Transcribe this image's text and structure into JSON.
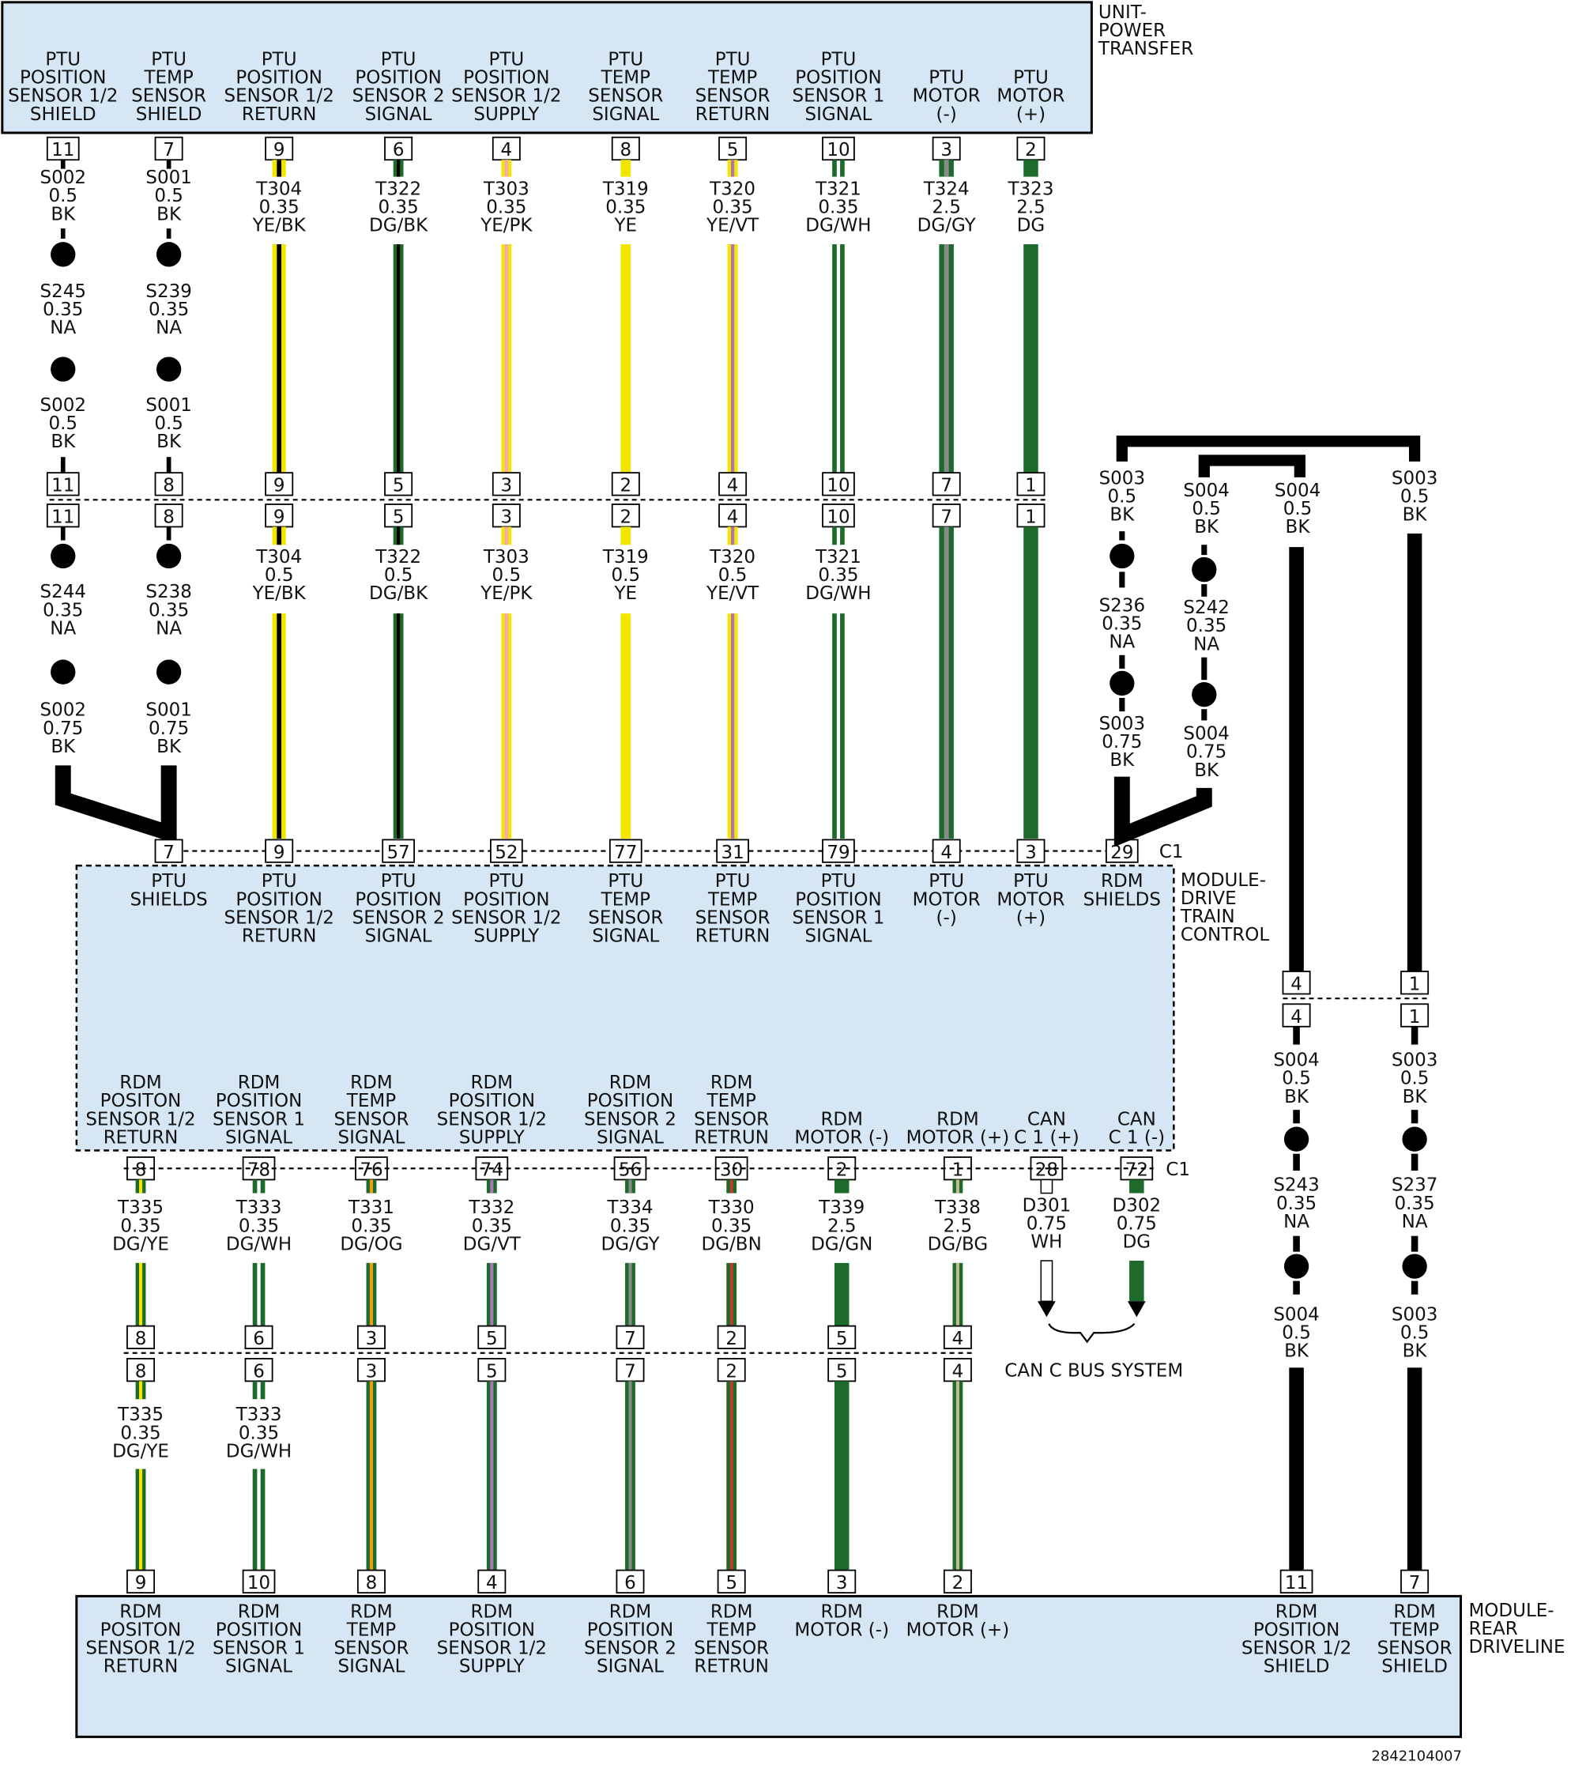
{
  "modules": {
    "ptu": {
      "name": [
        "UNIT-",
        "POWER",
        "TRANSFER"
      ],
      "pins": [
        {
          "key": "sh12",
          "label": [
            "PTU",
            "POSITION",
            "SENSOR 1/2",
            "SHIELD"
          ],
          "pin": "11"
        },
        {
          "key": "tsh",
          "label": [
            "PTU",
            "TEMP",
            "SENSOR",
            "SHIELD"
          ],
          "pin": "7"
        },
        {
          "key": "ret12",
          "label": [
            "PTU",
            "POSITION",
            "SENSOR 1/2",
            "RETURN"
          ],
          "pin": "9"
        },
        {
          "key": "sig2",
          "label": [
            "PTU",
            "POSITION",
            "SENSOR 2",
            "SIGNAL"
          ],
          "pin": "6"
        },
        {
          "key": "sup12",
          "label": [
            "PTU",
            "POSITION",
            "SENSOR 1/2",
            "SUPPLY"
          ],
          "pin": "4"
        },
        {
          "key": "tsig",
          "label": [
            "PTU",
            "TEMP",
            "SENSOR",
            "SIGNAL"
          ],
          "pin": "8"
        },
        {
          "key": "tret",
          "label": [
            "PTU",
            "TEMP",
            "SENSOR",
            "RETURN"
          ],
          "pin": "5"
        },
        {
          "key": "sig1",
          "label": [
            "PTU",
            "POSITION",
            "SENSOR 1",
            "SIGNAL"
          ],
          "pin": "10"
        },
        {
          "key": "mneg",
          "label": [
            "PTU",
            "MOTOR",
            "(-)"
          ],
          "pin": "3"
        },
        {
          "key": "mpos",
          "label": [
            "PTU",
            "MOTOR",
            "(+)"
          ],
          "pin": "2"
        }
      ]
    },
    "dtcm": {
      "name": [
        "MODULE-",
        "DRIVE",
        "TRAIN",
        "CONTROL"
      ],
      "connector": "C1",
      "top_pins": [
        {
          "key": "sh",
          "label": [
            "PTU",
            "SHIELDS"
          ],
          "pin": "7"
        },
        {
          "key": "ret12",
          "label": [
            "PTU",
            "POSITION",
            "SENSOR 1/2",
            "RETURN"
          ],
          "pin": "9"
        },
        {
          "key": "sig2",
          "label": [
            "PTU",
            "POSITION",
            "SENSOR 2",
            "SIGNAL"
          ],
          "pin": "57"
        },
        {
          "key": "sup12",
          "label": [
            "PTU",
            "POSITION",
            "SENSOR 1/2",
            "SUPPLY"
          ],
          "pin": "52"
        },
        {
          "key": "tsig",
          "label": [
            "PTU",
            "TEMP",
            "SENSOR",
            "SIGNAL"
          ],
          "pin": "77"
        },
        {
          "key": "tret",
          "label": [
            "PTU",
            "TEMP",
            "SENSOR",
            "RETURN"
          ],
          "pin": "31"
        },
        {
          "key": "sig1",
          "label": [
            "PTU",
            "POSITION",
            "SENSOR 1",
            "SIGNAL"
          ],
          "pin": "79"
        },
        {
          "key": "mneg",
          "label": [
            "PTU",
            "MOTOR",
            "(-)"
          ],
          "pin": "4"
        },
        {
          "key": "mpos",
          "label": [
            "PTU",
            "MOTOR",
            "(+)"
          ],
          "pin": "3"
        },
        {
          "key": "rsh",
          "label": [
            "RDM",
            "SHIELDS"
          ],
          "pin": "29"
        }
      ],
      "bottom_pins": [
        {
          "key": "r_ret12",
          "label": [
            "RDM",
            "POSITON",
            "SENSOR 1/2",
            "RETURN"
          ],
          "pin": "8"
        },
        {
          "key": "r_sig1",
          "label": [
            "RDM",
            "POSITION",
            "SENSOR 1",
            "SIGNAL"
          ],
          "pin": "78"
        },
        {
          "key": "r_tsig",
          "label": [
            "RDM",
            "TEMP",
            "SENSOR",
            "SIGNAL"
          ],
          "pin": "76"
        },
        {
          "key": "r_sup12",
          "label": [
            "RDM",
            "POSITION",
            "SENSOR 1/2",
            "SUPPLY"
          ],
          "pin": "74"
        },
        {
          "key": "r_sig2",
          "label": [
            "RDM",
            "POSITION",
            "SENSOR 2",
            "SIGNAL"
          ],
          "pin": "56"
        },
        {
          "key": "r_tret",
          "label": [
            "RDM",
            "TEMP",
            "SENSOR",
            "RETRUN"
          ],
          "pin": "30"
        },
        {
          "key": "r_mneg",
          "label": [
            "RDM",
            "MOTOR (-)"
          ],
          "pin": "2"
        },
        {
          "key": "r_mpos",
          "label": [
            "RDM",
            "MOTOR (+)"
          ],
          "pin": "1"
        },
        {
          "key": "canp",
          "label": [
            "CAN",
            "C 1 (+)"
          ],
          "pin": "28"
        },
        {
          "key": "cann",
          "label": [
            "CAN",
            "C 1 (-)"
          ],
          "pin": "72"
        }
      ]
    },
    "rdm": {
      "name": [
        "MODULE-",
        "REAR",
        "DRIVELINE"
      ],
      "pins": [
        {
          "key": "r_ret12",
          "label": [
            "RDM",
            "POSITON",
            "SENSOR 1/2",
            "RETURN"
          ],
          "pin": "9"
        },
        {
          "key": "r_sig1",
          "label": [
            "RDM",
            "POSITION",
            "SENSOR 1",
            "SIGNAL"
          ],
          "pin": "10"
        },
        {
          "key": "r_tsig",
          "label": [
            "RDM",
            "TEMP",
            "SENSOR",
            "SIGNAL"
          ],
          "pin": "8"
        },
        {
          "key": "r_sup12",
          "label": [
            "RDM",
            "POSITION",
            "SENSOR 1/2",
            "SUPPLY"
          ],
          "pin": "4"
        },
        {
          "key": "r_sig2",
          "label": [
            "RDM",
            "POSITION",
            "SENSOR 2",
            "SIGNAL"
          ],
          "pin": "6"
        },
        {
          "key": "r_tret",
          "label": [
            "RDM",
            "TEMP",
            "SENSOR",
            "RETRUN"
          ],
          "pin": "5"
        },
        {
          "key": "r_mneg",
          "label": [
            "RDM",
            "MOTOR (-)"
          ],
          "pin": "3"
        },
        {
          "key": "r_mpos",
          "label": [
            "RDM",
            "MOTOR (+)"
          ],
          "pin": "2"
        },
        {
          "key": "r_sh12",
          "label": [
            "RDM",
            "POSITION",
            "SENSOR 1/2",
            "SHIELD"
          ],
          "pin": "11"
        },
        {
          "key": "r_tsh",
          "label": [
            "RDM",
            "TEMP",
            "SENSOR",
            "SHIELD"
          ],
          "pin": "7"
        }
      ]
    }
  },
  "ptu_wires": [
    {
      "key": "sh12",
      "seg1": [
        "S002",
        "0.5",
        "BK"
      ],
      "seg2": [
        "S245",
        "0.35",
        "NA"
      ],
      "seg3": [
        "S002",
        "0.5",
        "BK"
      ],
      "inline_pins": [
        "11",
        "11"
      ],
      "seg4": [
        "S244",
        "0.35",
        "NA"
      ],
      "seg5": [
        "S002",
        "0.75",
        "BK"
      ]
    },
    {
      "key": "tsh",
      "seg1": [
        "S001",
        "0.5",
        "BK"
      ],
      "seg2": [
        "S239",
        "0.35",
        "NA"
      ],
      "seg3": [
        "S001",
        "0.5",
        "BK"
      ],
      "inline_pins": [
        "8",
        "8"
      ],
      "seg4": [
        "S238",
        "0.35",
        "NA"
      ],
      "seg5": [
        "S001",
        "0.75",
        "BK"
      ]
    },
    {
      "key": "ret12",
      "seg1": [
        "T304",
        "0.35",
        "YE/BK"
      ],
      "inline_pins": [
        "9",
        "9"
      ],
      "seg2": [
        "T304",
        "0.5",
        "YE/BK"
      ]
    },
    {
      "key": "sig2",
      "seg1": [
        "T322",
        "0.35",
        "DG/BK"
      ],
      "inline_pins": [
        "5",
        "5"
      ],
      "seg2": [
        "T322",
        "0.5",
        "DG/BK"
      ]
    },
    {
      "key": "sup12",
      "seg1": [
        "T303",
        "0.35",
        "YE/PK"
      ],
      "inline_pins": [
        "3",
        "3"
      ],
      "seg2": [
        "T303",
        "0.5",
        "YE/PK"
      ]
    },
    {
      "key": "tsig",
      "seg1": [
        "T319",
        "0.35",
        "YE"
      ],
      "inline_pins": [
        "2",
        "2"
      ],
      "seg2": [
        "T319",
        "0.5",
        "YE"
      ]
    },
    {
      "key": "tret",
      "seg1": [
        "T320",
        "0.35",
        "YE/VT"
      ],
      "inline_pins": [
        "4",
        "4"
      ],
      "seg2": [
        "T320",
        "0.5",
        "YE/VT"
      ]
    },
    {
      "key": "sig1",
      "seg1": [
        "T321",
        "0.35",
        "DG/WH"
      ],
      "inline_pins": [
        "10",
        "10"
      ],
      "seg2": [
        "T321",
        "0.35",
        "DG/WH"
      ]
    },
    {
      "key": "mneg",
      "seg1": [
        "T324",
        "2.5",
        "DG/GY"
      ],
      "inline_pins": [
        "7",
        "7"
      ]
    },
    {
      "key": "mpos",
      "seg1": [
        "T323",
        "2.5",
        "DG"
      ],
      "inline_pins": [
        "1",
        "1"
      ]
    }
  ],
  "rdm_shield_wires": {
    "s003_top": [
      "S003",
      "0.5",
      "BK"
    ],
    "s004_top_left": [
      "S004",
      "0.5",
      "BK"
    ],
    "s004_top_right": [
      "S004",
      "0.5",
      "BK"
    ],
    "s003_top_right": [
      "S003",
      "0.5",
      "BK"
    ],
    "s236": [
      "S236",
      "0.35",
      "NA"
    ],
    "s242": [
      "S242",
      "0.35",
      "NA"
    ],
    "s003_low": [
      "S003",
      "0.75",
      "BK"
    ],
    "s004_low": [
      "S004",
      "0.75",
      "BK"
    ],
    "inline_pins_s004": [
      "4",
      "4"
    ],
    "inline_pins_s003": [
      "1",
      "1"
    ],
    "s004_mid": [
      "S004",
      "0.5",
      "BK"
    ],
    "s003_mid": [
      "S003",
      "0.5",
      "BK"
    ],
    "s243": [
      "S243",
      "0.35",
      "NA"
    ],
    "s237": [
      "S237",
      "0.35",
      "NA"
    ],
    "s004_bot": [
      "S004",
      "0.5",
      "BK"
    ],
    "s003_bot": [
      "S003",
      "0.5",
      "BK"
    ]
  },
  "rdm_wires": [
    {
      "key": "r_ret12",
      "seg1": [
        "T335",
        "0.35",
        "DG/YE"
      ],
      "inline_pins": [
        "8",
        "8"
      ],
      "seg2": [
        "T335",
        "0.35",
        "DG/YE"
      ]
    },
    {
      "key": "r_sig1",
      "seg1": [
        "T333",
        "0.35",
        "DG/WH"
      ],
      "inline_pins": [
        "6",
        "6"
      ],
      "seg2": [
        "T333",
        "0.35",
        "DG/WH"
      ]
    },
    {
      "key": "r_tsig",
      "seg1": [
        "T331",
        "0.35",
        "DG/OG"
      ],
      "inline_pins": [
        "3",
        "3"
      ]
    },
    {
      "key": "r_sup12",
      "seg1": [
        "T332",
        "0.35",
        "DG/VT"
      ],
      "inline_pins": [
        "5",
        "5"
      ]
    },
    {
      "key": "r_sig2",
      "seg1": [
        "T334",
        "0.35",
        "DG/GY"
      ],
      "inline_pins": [
        "7",
        "7"
      ]
    },
    {
      "key": "r_tret",
      "seg1": [
        "T330",
        "0.35",
        "DG/BN"
      ],
      "inline_pins": [
        "2",
        "2"
      ]
    },
    {
      "key": "r_mneg",
      "seg1": [
        "T339",
        "2.5",
        "DG/GN"
      ],
      "inline_pins": [
        "5",
        "5"
      ]
    },
    {
      "key": "r_mpos",
      "seg1": [
        "T338",
        "2.5",
        "DG/BG"
      ],
      "inline_pins": [
        "4",
        "4"
      ]
    }
  ],
  "can_wires": [
    {
      "key": "canp",
      "seg1": [
        "D301",
        "0.75",
        "WH"
      ]
    },
    {
      "key": "cann",
      "seg1": [
        "D302",
        "0.75",
        "DG"
      ]
    }
  ],
  "can_bus_label": "CAN C BUS SYSTEM",
  "figure_id": "2842104007",
  "colors": {
    "box_fill": "#d6e6f5",
    "black": "#000000",
    "yellow": "#f2e500",
    "dark_green": "#1d6b2a",
    "pink": "#f4a7c0",
    "violet": "#b070c0",
    "gray": "#8a8a8a",
    "orange": "#f39c12",
    "brown": "#c0392b",
    "beige": "#c8b890",
    "white": "#ffffff"
  }
}
